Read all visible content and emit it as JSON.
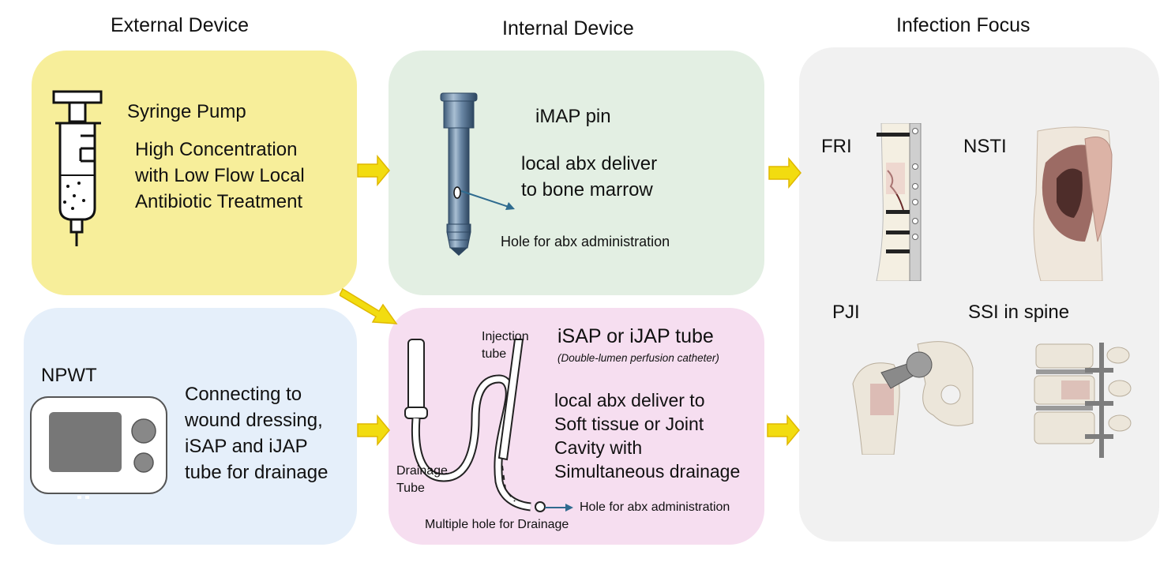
{
  "columns": {
    "external": "External Device",
    "internal": "Internal Device",
    "focus": "Infection Focus"
  },
  "colors": {
    "syringe_box": "#f7ee9a",
    "npwt_box": "#e5effa",
    "imap_box": "#e3efe3",
    "tube_box": "#f6def0",
    "focus_box": "#f1f1f1",
    "arrow": "#f2dc10",
    "arrow_outline": "#e0b800",
    "pointer": "#2f6b8f"
  },
  "syringe": {
    "title": "Syringe Pump",
    "desc": [
      "High Concentration",
      "with Low Flow Local",
      "Antibiotic Treatment"
    ],
    "icon": "syringe-icon"
  },
  "npwt": {
    "title": "NPWT",
    "desc": [
      "Connecting to",
      "wound dressing,",
      "iSAP and iJAP",
      "tube for drainage"
    ],
    "icon": "npwt-device-icon"
  },
  "imap": {
    "title": "iMAP pin",
    "desc": [
      "local abx deliver",
      "to bone marrow"
    ],
    "hole_label": "Hole for abx administration",
    "icon": "pin-screw-icon"
  },
  "tube": {
    "title": "iSAP or iJAP tube",
    "subtitle": "(Double-lumen perfusion catheter)",
    "desc": [
      "local abx deliver to",
      "Soft tissue or Joint",
      "Cavity with",
      "Simultaneous drainage"
    ],
    "injection_label": [
      "Injection",
      "tube"
    ],
    "drainage_label": [
      "Drainage",
      "Tube"
    ],
    "hole_label": "Hole for abx administration",
    "multi_hole_label": "Multiple hole for Drainage",
    "icon": "catheter-tube-icon"
  },
  "focus": {
    "items": [
      {
        "label": "FRI",
        "icon": "fracture-plate-icon"
      },
      {
        "label": "NSTI",
        "icon": "soft-tissue-infection-icon"
      },
      {
        "label": "PJI",
        "icon": "hip-prosthesis-icon"
      },
      {
        "label": "SSI in spine",
        "icon": "spine-fixation-icon"
      }
    ]
  }
}
